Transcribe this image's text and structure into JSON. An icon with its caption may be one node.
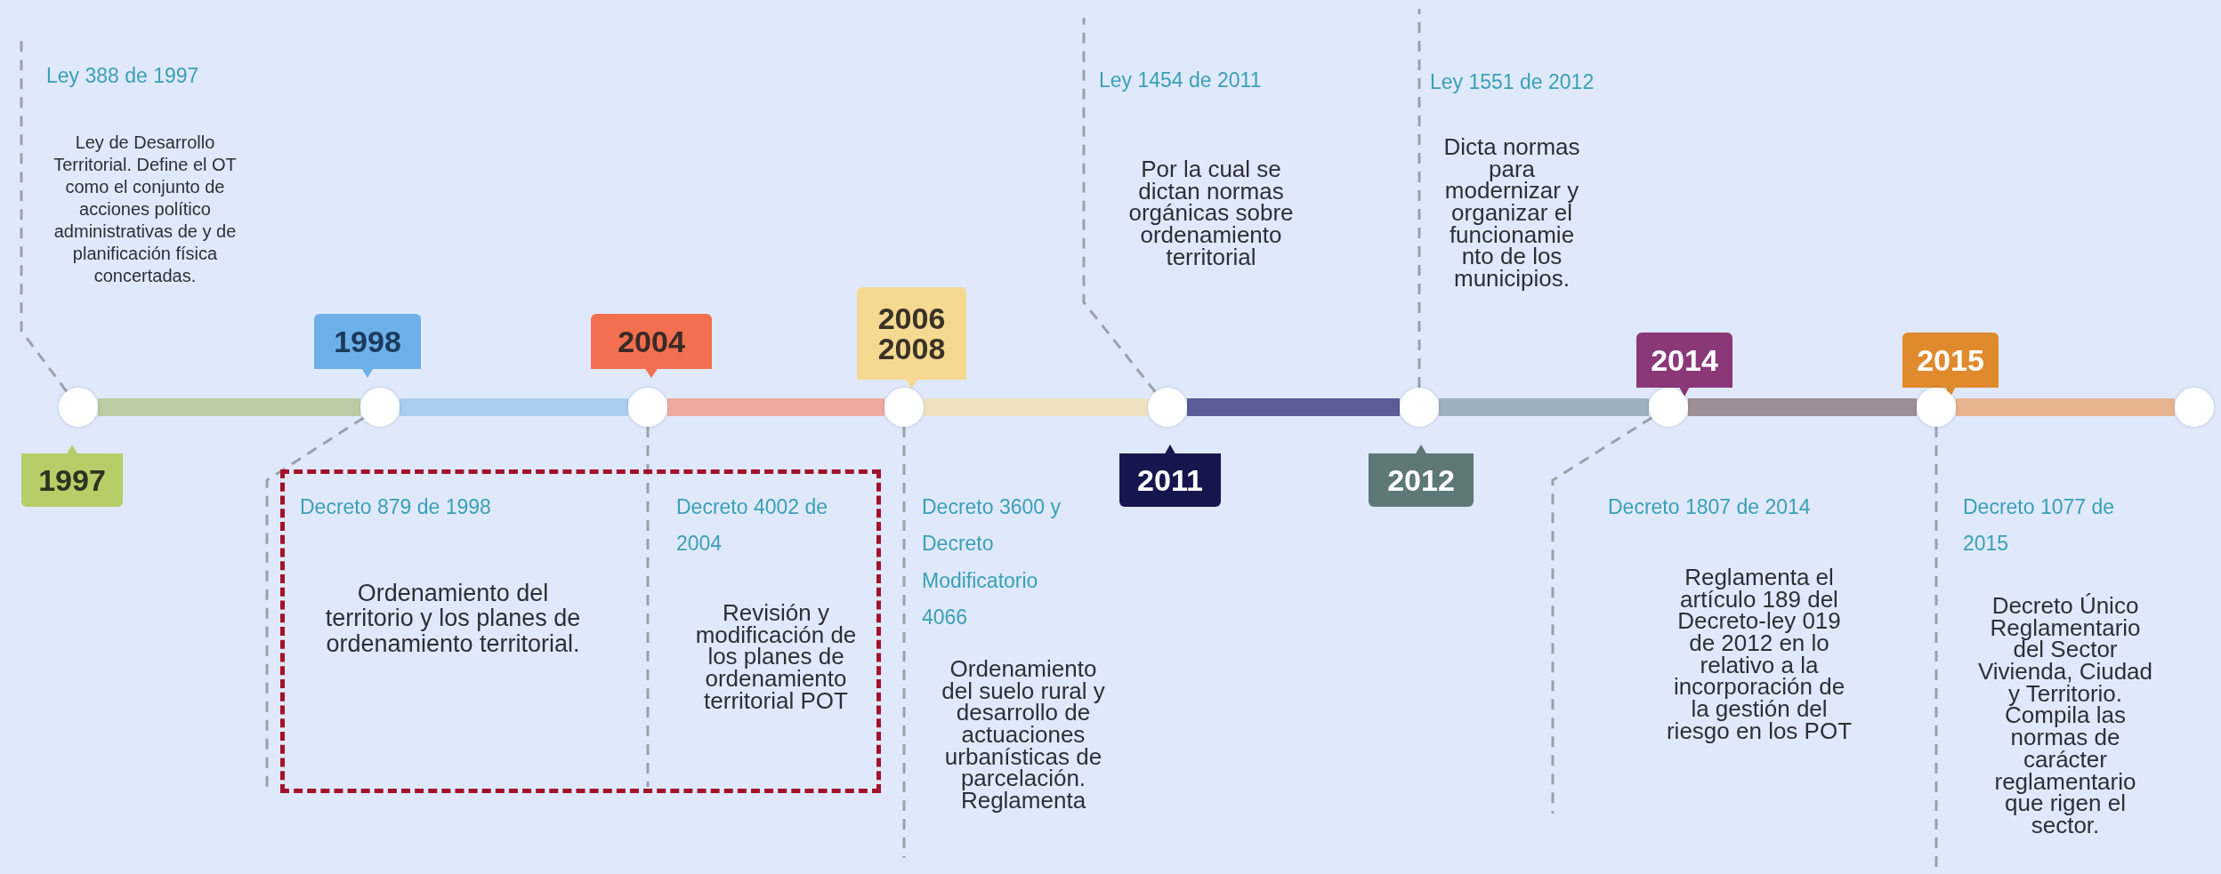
{
  "diagram": {
    "nodes": [
      {
        "text": [
          "Ley 388 de 1997",
          "Ley de Desarrollo Territorial. Define el OT como el conjunto de acciones político administrativas de y de planificación física concertadas."
        ]
      },
      {
        "text": [
          "1997"
        ]
      },
      {
        "text": [
          "1998"
        ]
      },
      {
        "text": [],
        "shape": "box"
      },
      {
        "text": [
          "Decreto 879 de 1998",
          "Ordenamiento del territorio y los planes de ordenamiento territorial."
        ],
        "in": 3
      },
      {
        "text": [
          "2004"
        ]
      },
      {
        "text": [
          "Decreto 4002 de 2004",
          "Revisión y modificación de los planes de ordenamiento territorial POT"
        ],
        "in": 3
      },
      {
        "text": [
          "2006 2008"
        ]
      },
      {
        "text": [
          "Decreto 3600 y Decreto Modificatorio 4066",
          "Ordenamiento del suelo rural y desarrollo de actuaciones urbanísticas de parcelación. Reglamenta"
        ]
      },
      {
        "text": [
          "2011"
        ]
      },
      {
        "text": [
          "Ley 1454 de 2011",
          "Por la cual se dictan normas orgánicas sobre ordenamiento territorial"
        ]
      },
      {
        "text": [
          "2012"
        ]
      },
      {
        "text": [
          "Ley 1551 de 2012",
          "Dicta normas para modernizar y organizar el funcionamie nto de los municipios."
        ]
      },
      {
        "text": [
          "2014"
        ]
      },
      {
        "text": [
          "Decreto 1807 de 2014",
          "Reglamenta el artículo 189 del Decreto-ley 019 de 2012 en lo relativo a la incorporación de la gestión del riesgo en los POT"
        ]
      },
      {
        "text": [
          "2015"
        ]
      },
      {
        "text": [
          "Decreto 1077 de 2015",
          "Decreto Único Reglamentario del Sector Vivienda, Ciudad y Territorio. Compila las normas de carácter reglamentario que rigen el sector."
        ]
      },
      {
        "text": [],
        "shape": "circle"
      },
      {
        "text": [],
        "shape": "circle"
      },
      {
        "text": [],
        "shape": "circle"
      },
      {
        "text": [],
        "shape": "circle"
      },
      {
        "text": [],
        "shape": "circle"
      },
      {
        "text": [],
        "shape": "circle"
      },
      {
        "text": [],
        "shape": "circle"
      },
      {
        "text": [],
        "shape": "circle"
      },
      {
        "text": [],
        "shape": "circle"
      }
    ],
    "edges": [
      {
        "from": 17,
        "to": 18,
        "arrow": "none",
        "style": "thick",
        "color": "#bccca4"
      },
      {
        "from": 18,
        "to": 19,
        "arrow": "none",
        "style": "thick",
        "color": "#a9cdf0"
      },
      {
        "from": 19,
        "to": 20,
        "arrow": "none",
        "style": "thick",
        "color": "#eeaaa0"
      },
      {
        "from": 20,
        "to": 21,
        "arrow": "none",
        "style": "thick",
        "color": "#efe2c0"
      },
      {
        "from": 21,
        "to": 22,
        "arrow": "none",
        "style": "thick",
        "color": "#5c5c98"
      },
      {
        "from": 22,
        "to": 23,
        "arrow": "none",
        "style": "thick",
        "color": "#9eb0bc"
      },
      {
        "from": 23,
        "to": 24,
        "arrow": "none",
        "style": "thick",
        "color": "#9c8f96"
      },
      {
        "from": 24,
        "to": 25,
        "arrow": "none",
        "style": "thick",
        "color": "#e6b48e"
      },
      {
        "from": 17,
        "to": 0,
        "arrow": "none",
        "style": "dashed"
      },
      {
        "from": 18,
        "to": 4,
        "arrow": "none",
        "style": "dashed"
      },
      {
        "from": 19,
        "to": 6,
        "arrow": "none",
        "style": "dashed"
      },
      {
        "from": 20,
        "to": 8,
        "arrow": "none",
        "style": "dashed"
      },
      {
        "from": 21,
        "to": 10,
        "arrow": "none",
        "style": "dashed"
      },
      {
        "from": 22,
        "to": 12,
        "arrow": "none",
        "style": "dashed"
      },
      {
        "from": 23,
        "to": 14,
        "arrow": "none",
        "style": "dashed"
      },
      {
        "from": 24,
        "to": 16,
        "arrow": "none",
        "style": "dashed"
      }
    ]
  }
}
